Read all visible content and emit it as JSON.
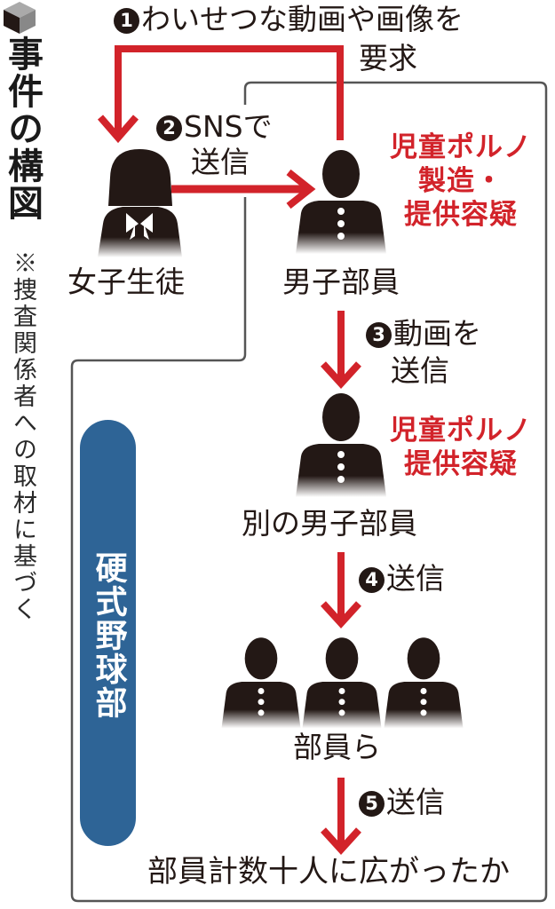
{
  "header": {
    "logo_icon": "cube-icon",
    "title": "事件の構図",
    "note": "※捜査関係者への取材に基づく"
  },
  "group": {
    "label": "硬式野球部",
    "color": "#2e6496"
  },
  "colors": {
    "arrow": "#d2232a",
    "text": "#231815",
    "frame": "#555555",
    "accusation": "#d2232a"
  },
  "steps": [
    {
      "num": "1",
      "text_line1": "わいせつな動画や画像を",
      "text_line2": "要求"
    },
    {
      "num": "2",
      "text_line1": "SNSで",
      "text_line2": "送信"
    },
    {
      "num": "3",
      "text_line1": "動画を",
      "text_line2": "送信"
    },
    {
      "num": "4",
      "text_line1": "送信"
    },
    {
      "num": "5",
      "text_line1": "送信"
    }
  ],
  "actors": {
    "girl": {
      "label": "女子生徒",
      "icon": "schoolgirl-silhouette-icon"
    },
    "boy": {
      "label": "男子部員",
      "icon": "schoolboy-silhouette-icon",
      "charge_lines": [
        "児童ポルノ",
        "製造・",
        "提供容疑"
      ]
    },
    "other_boy": {
      "label": "別の男子部員",
      "icon": "schoolboy-silhouette-icon",
      "charge_lines": [
        "児童ポルノ",
        "提供容疑"
      ]
    },
    "members": {
      "label": "部員ら",
      "icon": "schoolboy-group-icon",
      "count_icons": 3
    }
  },
  "conclusion": "部員計数十人に広がったか"
}
